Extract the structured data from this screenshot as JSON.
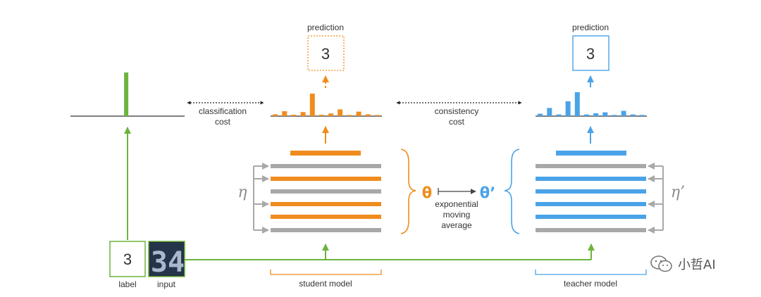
{
  "labels": {
    "prediction_student": "prediction",
    "prediction_teacher": "prediction",
    "student_prediction_value": "3",
    "teacher_prediction_value": "3",
    "classification_cost_line1": "classification",
    "classification_cost_line2": "cost",
    "consistency_cost_line1": "consistency",
    "consistency_cost_line2": "cost",
    "theta": "θ",
    "theta_prime": "θ’",
    "ema_line1": "exponential",
    "ema_line2": "moving",
    "ema_line3": "average",
    "eta": "η",
    "eta_prime": "η’",
    "label_value": "3",
    "label_caption": "label",
    "input_caption": "input",
    "input_image_text": "34",
    "student_model": "student model",
    "teacher_model": "teacher model"
  },
  "watermark": {
    "text": "小哲AI",
    "icon": "wechat-icon"
  },
  "colors": {
    "green": "#6db33f",
    "orange": "#f08c1e",
    "blue": "#4aa3e8",
    "gray": "#a8a8a8",
    "dark": "#333333"
  },
  "distributions": {
    "label": [
      0,
      0,
      0,
      0,
      0,
      0,
      0,
      0,
      0,
      0,
      1,
      0,
      0,
      0,
      0
    ],
    "student": [
      0.08,
      0.22,
      0.06,
      0.18,
      1.0,
      0.06,
      0.12,
      0.3,
      0.05,
      0.2,
      0.08,
      0.05
    ],
    "teacher": [
      0.1,
      0.34,
      0.07,
      0.62,
      1.0,
      0.07,
      0.12,
      0.16,
      0.05,
      0.22,
      0.07,
      0.05
    ]
  }
}
